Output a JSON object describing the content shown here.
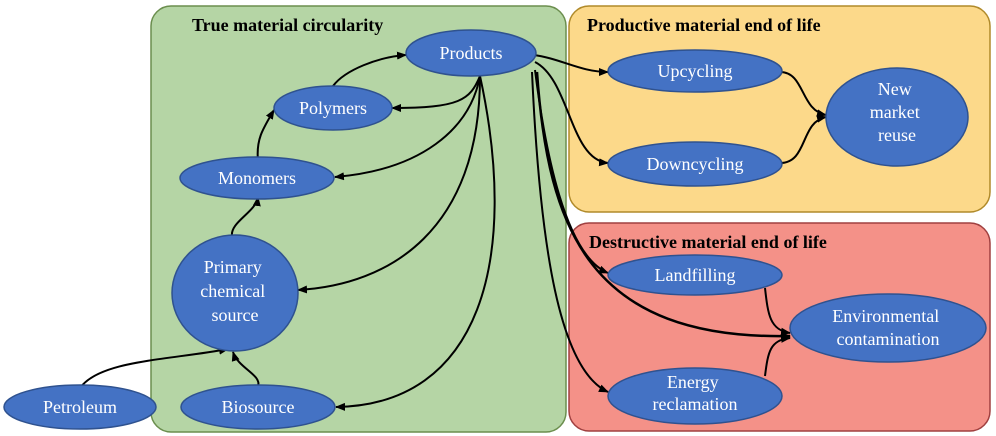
{
  "panels": {
    "circularity": {
      "title": "True material circularity",
      "color": "#b5d5a5"
    },
    "productive": {
      "title": "Productive material end of life",
      "color": "#fcd98a"
    },
    "destructive": {
      "title": "Destructive material end of life",
      "color": "#f49188"
    }
  },
  "node_color": "#4472c4",
  "nodes": {
    "products": {
      "lines": [
        "Products"
      ]
    },
    "polymers": {
      "lines": [
        "Polymers"
      ]
    },
    "monomers": {
      "lines": [
        "Monomers"
      ]
    },
    "primary": {
      "lines": [
        "Primary",
        "chemical",
        "source"
      ]
    },
    "petroleum": {
      "lines": [
        "Petroleum"
      ]
    },
    "biosource": {
      "lines": [
        "Biosource"
      ]
    },
    "upcycling": {
      "lines": [
        "Upcycling"
      ]
    },
    "downcycling": {
      "lines": [
        "Downcycling"
      ]
    },
    "newmarket": {
      "lines": [
        "New",
        "market",
        "reuse"
      ]
    },
    "landfilling": {
      "lines": [
        "Landfilling"
      ]
    },
    "energy": {
      "lines": [
        "Energy",
        "reclamation"
      ]
    },
    "contamination": {
      "lines": [
        "Environmental",
        "contamination"
      ]
    }
  },
  "edges": [
    {
      "from": "petroleum",
      "to": "primary"
    },
    {
      "from": "biosource",
      "to": "primary"
    },
    {
      "from": "primary",
      "to": "monomers"
    },
    {
      "from": "monomers",
      "to": "polymers"
    },
    {
      "from": "polymers",
      "to": "products"
    },
    {
      "from": "products",
      "to": "polymers"
    },
    {
      "from": "products",
      "to": "monomers"
    },
    {
      "from": "products",
      "to": "primary"
    },
    {
      "from": "products",
      "to": "biosource"
    },
    {
      "from": "products",
      "to": "upcycling"
    },
    {
      "from": "products",
      "to": "downcycling"
    },
    {
      "from": "products",
      "to": "landfilling"
    },
    {
      "from": "products",
      "to": "contamination"
    },
    {
      "from": "products",
      "to": "energy"
    },
    {
      "from": "upcycling",
      "to": "newmarket"
    },
    {
      "from": "downcycling",
      "to": "newmarket"
    },
    {
      "from": "landfilling",
      "to": "contamination"
    },
    {
      "from": "energy",
      "to": "contamination"
    }
  ]
}
